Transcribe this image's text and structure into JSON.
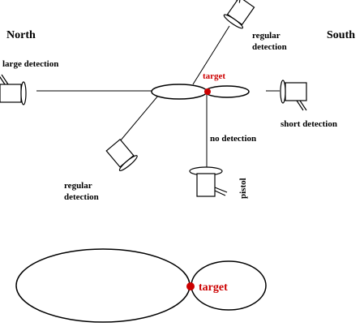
{
  "labels": {
    "north": "North",
    "south": "South",
    "large_detection": "large detection",
    "regular_detection_top_1": "regular",
    "regular_detection_top_2": "detection",
    "regular_detection_left_1": "regular",
    "regular_detection_left_2": "detection",
    "short_detection": "short detection",
    "no_detection": "no detection",
    "target_top": "target",
    "pistol": "pistol",
    "target_bottom": "target"
  },
  "colors": {
    "line": "#000000",
    "target": "#cc0000",
    "camera_fill": "#ffffff"
  },
  "icons": {
    "camera": "camera-icon",
    "pistol": "pistol-icon"
  }
}
